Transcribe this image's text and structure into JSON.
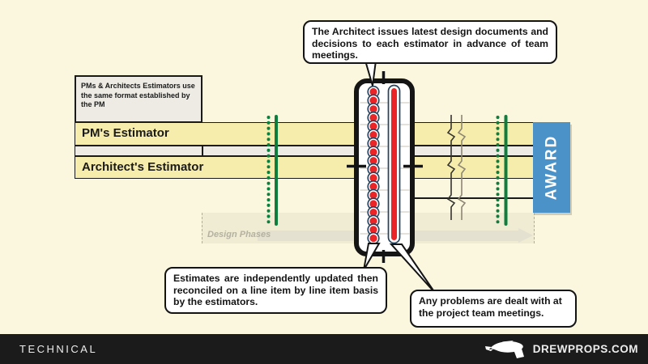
{
  "callouts": {
    "architect_issues": "The Architect issues latest design documents and decisions to each estimator in advance of team meetings.",
    "estimates_updated": "Estimates are independently updated then reconciled on a line item by line item basis by the estimators.",
    "problems_dealt": "Any problems are dealt with at the project team meetings."
  },
  "note_box": {
    "text": "PMs & Architects Estimators use the same format established by the PM"
  },
  "lanes": {
    "pm": "PM's Estimator",
    "architect": "Architect's Estimator"
  },
  "award_label": "AWARD",
  "timeline": {
    "label": "Design Phases"
  },
  "footer": {
    "category": "TECHNICAL",
    "brand": "DREWPROPS.COM"
  },
  "diagram": {
    "meeting_dots": {
      "count": 18
    }
  },
  "colors": {
    "background": "#FAF7DE",
    "band_yellow": "#F6EDAD",
    "panel_gray": "#EDEBE3",
    "green": "#0E7E3E",
    "red": "#EB2428",
    "navy": "#24425F",
    "award_blue": "#4B92C9",
    "footer_black": "#1B1B1B"
  }
}
